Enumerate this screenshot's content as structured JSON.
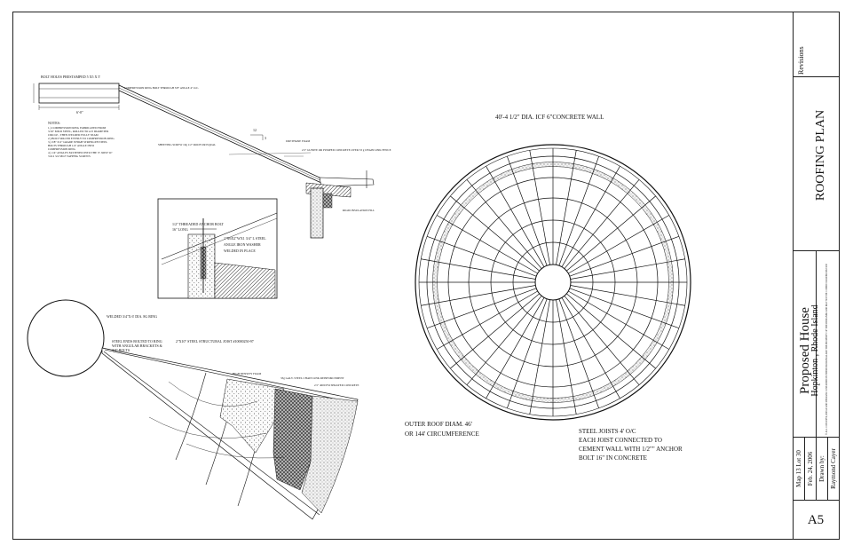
{
  "title_block": {
    "revisions": "Revisions",
    "sheet_title": "ROOFING PLAN",
    "project": "Proposed House",
    "location": "Hopkinton , Rhode Island",
    "copyright_note": "© ALL CONCEPTS, IDEAS AND DESIGNS CONTAINED IN THESE DRAWINGS ARE THE PROPERTY OF THE DESIGNER AND MAY NOT BE COPIED OR REPRODUCED",
    "map_lot": "Map 13 Lot 30",
    "date": "Feb. 24, 2006",
    "drawn_by_label": "Drawn by:",
    "drawn_by": "Raymond Cayer",
    "sheet_number": "A5"
  },
  "plan": {
    "wall_label": "40'-4 1/2\" DIA. ICF 6\"CONCRETE WALL",
    "outer_diam_1": "OUTER ROOF DIAM. 46'",
    "outer_diam_2": "OR 144' CIRCUMFERENCE",
    "joist_note_1": "STEEL JOISTS 4' O/C",
    "joist_note_2": "EACH JOIST CONNECTED TO",
    "joist_note_3": "CEMENT WALL WITH 1/2\"\" ANCHOR",
    "joist_note_4": "BOLT 16\" IN CONCRETE"
  },
  "section": {
    "bolt_holes": "BOLT HOLES PRESTAMPED 5 X5 X 5'",
    "notes_header": "NOTES:",
    "notes": [
      "1.) COMPRESSION RING FABRICATED FROM",
      "   3/16\" MILD STEEL, ROLLED TO A 6' DIAMETER",
      "   CIRCLE , THEN WELDED FULLY SEAM",
      "2.) BOLT SPACED EVENLY TO COMPRESSION RING",
      "3.) 3/8\" X 6\" GRADE 8 HIGH STRENGTH STEEL",
      "   BOLTS THROUGH 1/4\" ANGLE INTO",
      "   COMPRESSION RING",
      "4.) 1/4\" ANGLES FASTENED INTO THE 'Z' JOIST W/",
      "   3 #12 3/4 SELF TAPPING SCREWS"
    ],
    "ring_label": "6'-0\"",
    "ring_callout": "COMPRESSION RING BOLT THROUGH 3/8\" ANGLE 4\" O.C.",
    "screws_label": "SHEETING SCREW 10g 1/2\" ROOF OR EQUAL",
    "gunite_label": "2.5\" GUNITE OR PUMPED CONCRETE OVER 33 g CHAIN LINK FENCE",
    "slope_label": "12",
    "rise_label": "3",
    "foam_label": "URETHANE FOAM",
    "fill_label": "RIGID INSULATION FILL"
  },
  "detail": {
    "anchor": "1/2\" THREADED ANCHOR BOLT",
    "anchor_len": "16\" LONG",
    "angle_1": "1\"X6X2\"WX1 3/4\" L STEEL",
    "angle_2": "ANGLE IRON WASHER",
    "angle_3": "WELDED IN PLACE"
  },
  "segment": {
    "ring_dia": "WELDED 3/4\"X 6' DIA. 8G RING",
    "ends_1": "STEEL ENDS BOLTED TO RING",
    "ends_2": "WITH ANGULAR BRACKETS &",
    "ends_3": "3/4\" BOLTS",
    "joist": "2\"X10\" STEEL STRUCTURAL JOIST #10000250-97",
    "foam": "HIGH DENSITY FOAM",
    "mesh": "33g GALV. STEEL CHAIN LINK REINFORCEMENT",
    "concrete": "2.5\" 4000 PSI SPRAYED CONCRETE"
  }
}
